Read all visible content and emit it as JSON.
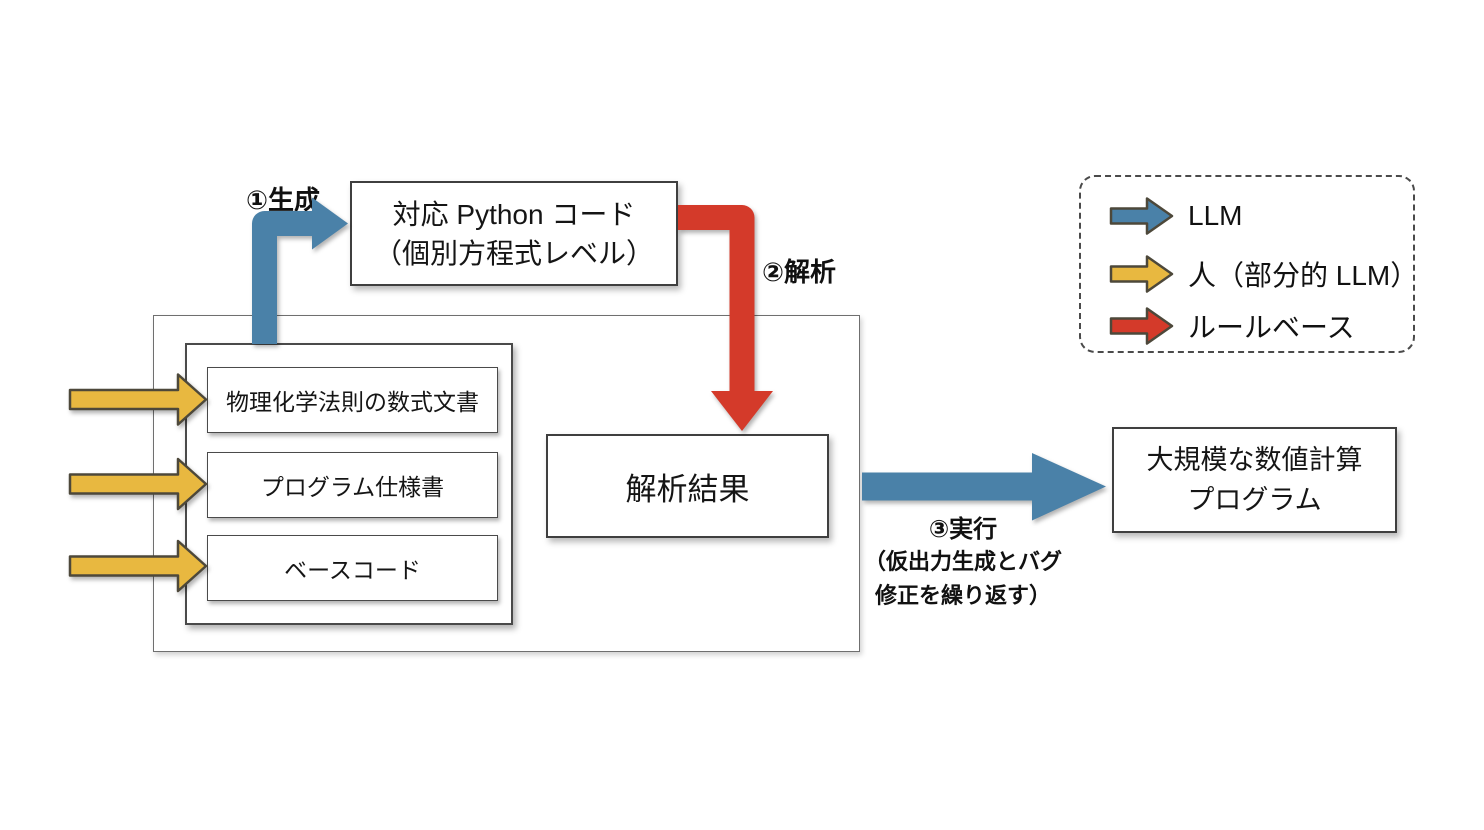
{
  "colors": {
    "llm": "#4A81A8",
    "human": "#E8B840",
    "human_outline": "#4D483A",
    "rule": "#D43A2A"
  },
  "labels": {
    "step1": "①生成",
    "step2": "②解析",
    "step3": "③実行",
    "step3_note1": "（仮出力生成とバグ",
    "step3_note2": "修正を繰り返す）"
  },
  "boxes": {
    "python_code": {
      "line1": "対応 Python コード",
      "line2": "（個別方程式レベル）"
    },
    "inputs": [
      "物理化学法則の数式文書",
      "プログラム仕様書",
      "ベースコード"
    ],
    "analysis_result": "解析結果",
    "final_program": {
      "line1": "大規模な数値計算",
      "line2": "プログラム"
    }
  },
  "legend": {
    "items": [
      {
        "label": "LLM",
        "color": "#4A81A8"
      },
      {
        "label": "人（部分的 LLM）",
        "color": "#E8B840"
      },
      {
        "label": "ルールベース",
        "color": "#D43A2A"
      }
    ]
  }
}
